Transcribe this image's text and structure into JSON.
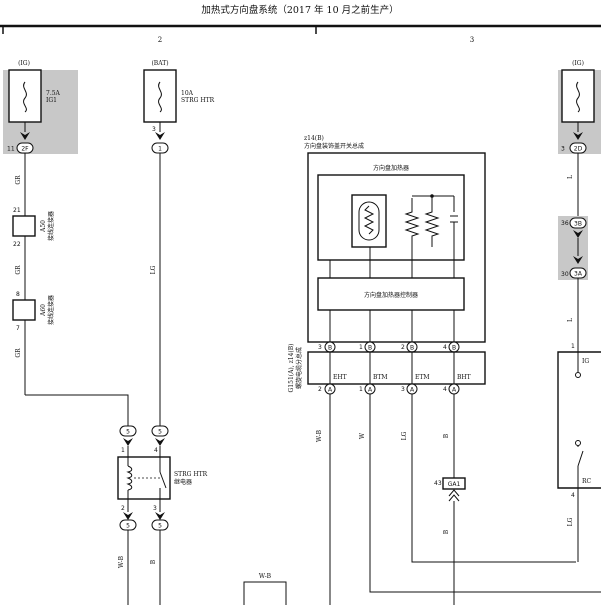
{
  "title": "加热式方向盘系统（2017 年 10 月之前生产）",
  "columns": [
    "2",
    "3"
  ],
  "fuse_ig_left": {
    "source": "(IG)",
    "rating": "7.5A",
    "name": "IG1",
    "pin": "11",
    "connector": "2F"
  },
  "fuse_bat": {
    "source": "(BAT)",
    "rating": "10A",
    "name": "STRG HTR",
    "pin": "3",
    "connector": "1"
  },
  "fuse_ig_right": {
    "source": "(IG)",
    "pin": "3",
    "connector": "2D"
  },
  "junction_a": {
    "top_pin": "21",
    "bottom_pin": "22",
    "code": "A50",
    "label": "接线连接器"
  },
  "junction_b": {
    "top_pin": "8",
    "bottom_pin": "7",
    "code": "A60",
    "label": "接线连接器"
  },
  "wire_colors": {
    "gr1": "GR",
    "gr2": "GR",
    "gr3": "GR",
    "lg_main": "LG",
    "l_right1": "L",
    "l_right2": "L",
    "lg_right": "LG",
    "wb1": "W-B",
    "w_btm": "W",
    "lg_etm": "LG",
    "b_bht": "B",
    "b_bht2": "B",
    "wb_relay": "W-B",
    "b_relay": "B",
    "wb_bottom": "W-B"
  },
  "relay": {
    "name": "STRG HTR",
    "label": "继电器",
    "in_left": "5",
    "in_right": "5",
    "pin_tl": "1",
    "pin_tr": "4",
    "pin_bl": "2",
    "pin_br": "3",
    "out_left": "5",
    "out_right": "5"
  },
  "switch_assy": {
    "code": "z14(B)",
    "label": "方向盘装饰盖开关总成",
    "heater_label": "方向盘加热器",
    "controller_label": "方向盘加热器控制器",
    "pins": [
      "3",
      "1",
      "2",
      "4"
    ],
    "pin_letter": "B"
  },
  "spiral_cable": {
    "code": "G151(A), z14(B)",
    "label": "螺旋电缆分总成",
    "terminals": [
      "EHT",
      "BTM",
      "ETM",
      "BHT"
    ],
    "pins": [
      "2",
      "1",
      "3",
      "4"
    ],
    "pin_letter": "A"
  },
  "right_connector": {
    "top_pin": "36",
    "top_conn": "3B",
    "bottom_pin": "30",
    "bottom_conn": "3A"
  },
  "right_module": {
    "pin_top": "1",
    "pin_bottom": "4",
    "term_ig": "IG",
    "term_rc": "RC"
  },
  "ground_conn": {
    "pin": "43",
    "connector": "GA1"
  }
}
